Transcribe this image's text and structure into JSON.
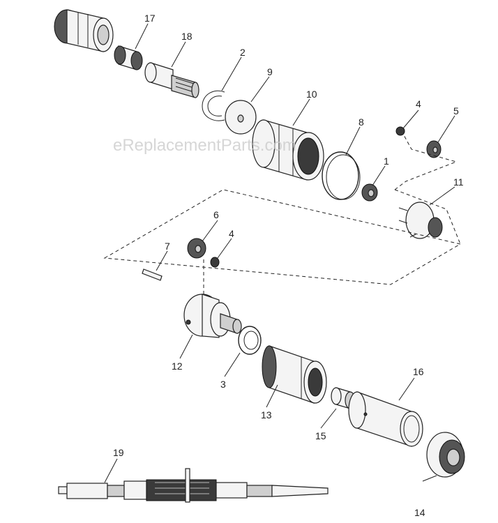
{
  "diagram": {
    "watermark": "eReplacementParts.com",
    "callouts": {
      "p1": "1",
      "p2": "2",
      "p3": "3",
      "p4a": "4",
      "p4b": "4",
      "p5": "5",
      "p6": "6",
      "p7": "7",
      "p8": "8",
      "p9": "9",
      "p10": "10",
      "p11": "11",
      "p12": "12",
      "p13": "13",
      "p14": "14",
      "p15": "15",
      "p16": "16",
      "p17": "17",
      "p18": "18",
      "p19": "19"
    }
  }
}
